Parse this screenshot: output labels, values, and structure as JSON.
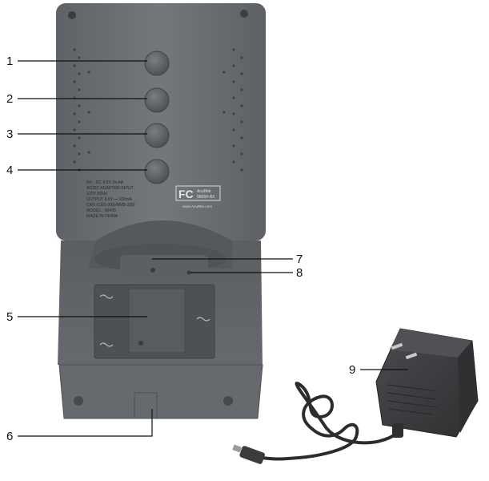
{
  "label": {
    "lines": [
      "RX : DC 4.5V 3x AA",
      "AC/DC ADAPTER INPUT",
      "120V 60Hz",
      "OUTPUT 6.0V ⎓ 100mA",
      "CAN ICES-3(B)/NMB-3(B)",
      "MODEL : 00435",
      "MADE IN CHINA"
    ]
  },
  "logo": {
    "fcc_mark": "FC",
    "brand": "AcuRite",
    "model_code": "06060-RX",
    "website": "www.AcuRite.com"
  },
  "callouts": [
    {
      "id": "1",
      "text": "1"
    },
    {
      "id": "2",
      "text": "2"
    },
    {
      "id": "3",
      "text": "3"
    },
    {
      "id": "4",
      "text": "4"
    },
    {
      "id": "5",
      "text": "5"
    },
    {
      "id": "6",
      "text": "6"
    },
    {
      "id": "7",
      "text": "7"
    },
    {
      "id": "8",
      "text": "8"
    },
    {
      "id": "9",
      "text": "9"
    }
  ],
  "colors": {
    "body": "#6b6e72",
    "body_dark": "#55585c",
    "stand": "#606367",
    "adapter": "#3a3b3d",
    "cord": "#2b2c2e"
  }
}
